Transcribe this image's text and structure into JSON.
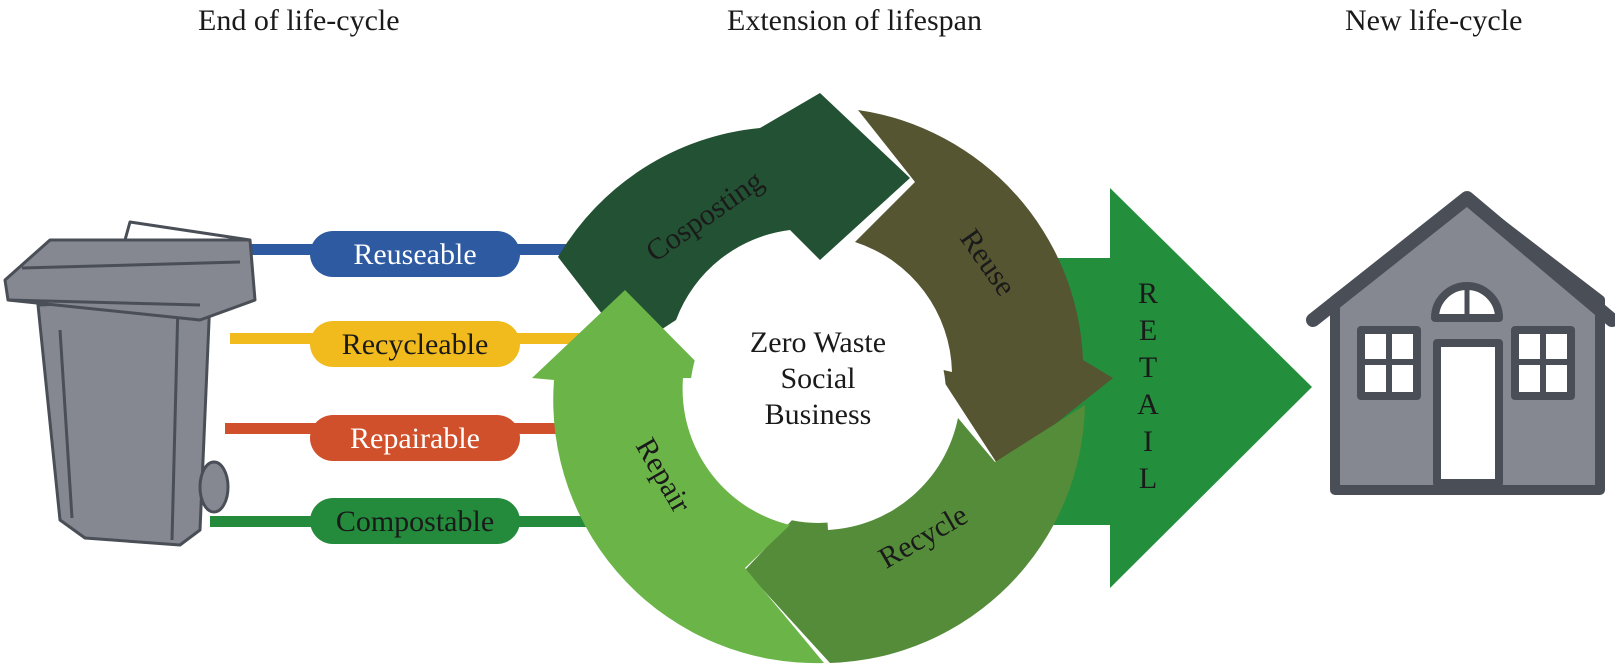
{
  "headings": {
    "end": "End of life-cycle",
    "extension": "Extension of lifespan",
    "new": "New life-cycle"
  },
  "pills": [
    {
      "label": "Reuseable",
      "color": "#2d5aa0"
    },
    {
      "label": "Recycleable",
      "color": "#f2bb1d"
    },
    {
      "label": "Repairable",
      "color": "#d0502b"
    },
    {
      "label": "Compostable",
      "color": "#248a3c"
    }
  ],
  "cycle": {
    "center_lines": [
      "Zero Waste",
      "Social",
      "Business"
    ],
    "segments": [
      {
        "label": "Cosposting",
        "color": "#235133"
      },
      {
        "label": "Reuse",
        "color": "#555532"
      },
      {
        "label": "Recycle",
        "color": "#548c3a"
      },
      {
        "label": "Repair",
        "color": "#6bb548"
      }
    ]
  },
  "retail": {
    "letters": [
      "R",
      "E",
      "T",
      "A",
      "I",
      "L"
    ],
    "color": "#238e3c"
  },
  "icons": {
    "bin": "wheelie-bin-icon",
    "house": "house-icon",
    "bin_color": "#858891",
    "outline_color": "#4a4f57"
  }
}
